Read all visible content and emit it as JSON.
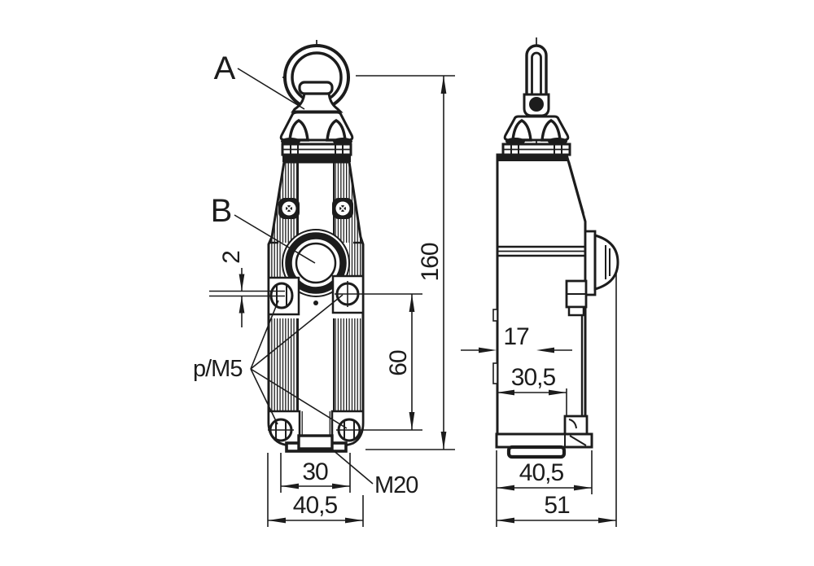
{
  "labels": {
    "eye_ring": "A",
    "push_button": "B",
    "mounting_holes": "p/M5",
    "cable_gland": "M20"
  },
  "front_view": {
    "dim_offset": "2",
    "dim_total_height": "160",
    "dim_hole_spacing_vertical": "60",
    "dim_hole_spacing_horizontal": "30",
    "dim_body_width": "40,5"
  },
  "side_view": {
    "dim_edge_to_center": "17",
    "dim_body_depth": "30,5",
    "dim_flange_depth": "40,5",
    "dim_total_depth": "51"
  },
  "colors": {
    "line": "#1c1c1c",
    "background": "#ffffff"
  }
}
